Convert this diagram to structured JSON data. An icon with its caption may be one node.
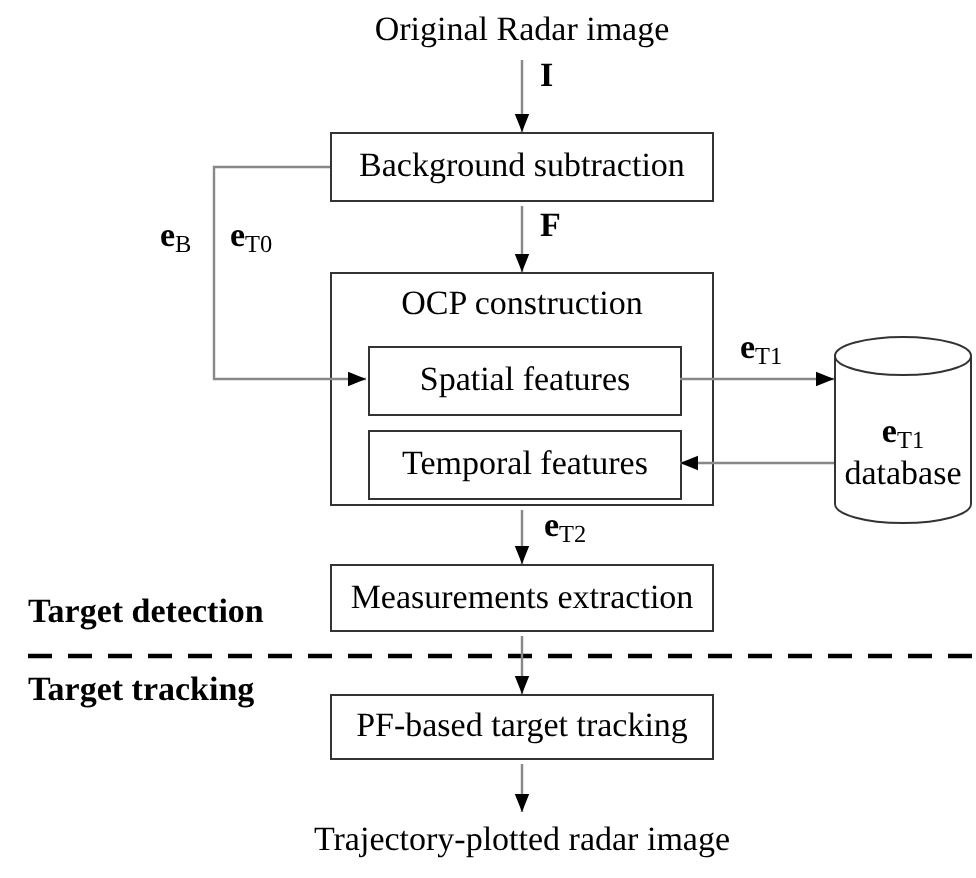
{
  "diagram": {
    "nodes": [
      {
        "text": [
          "Original Radar image"
        ]
      },
      {
        "text": [
          "Background subtraction"
        ]
      },
      {
        "text": [
          "OCP construction"
        ]
      },
      {
        "text": [
          "Spatial features"
        ],
        "in": 2
      },
      {
        "text": [
          "Temporal features"
        ],
        "in": 2
      },
      {
        "text": [
          "**e**$_{T1}$ database"
        ]
      },
      {
        "text": [
          "Measurements extraction"
        ]
      },
      {
        "text": [
          "PF-based target tracking"
        ]
      },
      {
        "text": [
          "Trajectory-plotted radar image"
        ]
      }
    ],
    "edges": [
      {
        "from": 0,
        "to": 1,
        "arrow": "to",
        "label": "I"
      },
      {
        "from": 1,
        "to": 3,
        "arrow": "to",
        "label": "e$_{B}$"
      },
      {
        "from": 1,
        "to": 2,
        "arrow": "to",
        "label": "F"
      },
      {
        "from": 3,
        "to": 5,
        "arrow": "to",
        "label": "e$_{T1}$"
      },
      {
        "from": 5,
        "to": 4,
        "arrow": "to"
      },
      {
        "from": 2,
        "to": 6,
        "arrow": "to",
        "label": "e$_{T2}$"
      },
      {
        "from": 6,
        "to": 7,
        "arrow": "to"
      },
      {
        "from": 7,
        "to": 8,
        "arrow": "to"
      }
    ],
    "labels": [
      "e$_{T0}$",
      "Target detection",
      "Target tracking"
    ]
  }
}
